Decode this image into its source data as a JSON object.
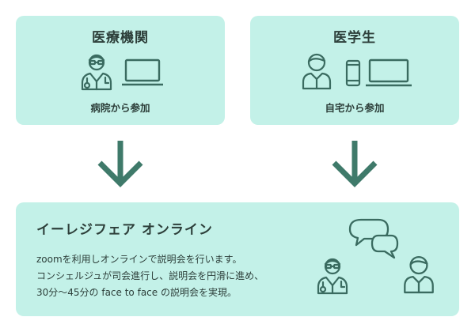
{
  "left_card": {
    "title": "医療機関",
    "subtitle": "病院から参加"
  },
  "right_card": {
    "title": "医学生",
    "subtitle": "自宅から参加"
  },
  "bottom_card": {
    "title": "イーレジフェア オンライン",
    "description": [
      "zoomを利用しオンラインで説明会を行います。",
      "コンシェルジュが司会進行し、説明会を円滑に進め、",
      "30分〜45分の face to face の説明会を実現。"
    ]
  },
  "colors": {
    "card_bg": "#c3f1e8",
    "arrow": "#3f7a6a",
    "icon_stroke": "#3a6b60",
    "text": "#2d3f3a"
  },
  "icons": [
    "doctor-icon",
    "laptop-icon",
    "student-icon",
    "smartphone-icon",
    "chat-bubbles-icon"
  ]
}
